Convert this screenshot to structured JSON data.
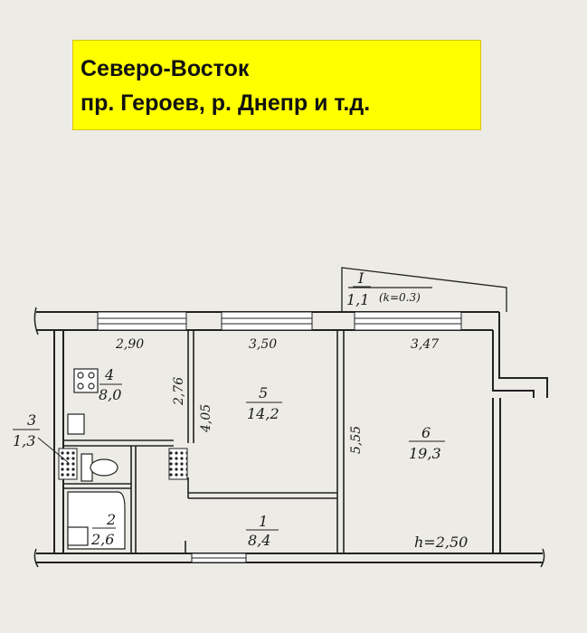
{
  "banner": {
    "line1": "Северо-Восток",
    "line2": "пр. Героев, р. Днепр и т.д."
  },
  "plan": {
    "balcony": {
      "number": "I",
      "area": "1,1",
      "coef": "(k=0.3)"
    },
    "ceiling_height": "h=2,50",
    "rooms": [
      {
        "number": "1",
        "area": "8,4"
      },
      {
        "number": "2",
        "area": "2,6"
      },
      {
        "number": "3",
        "area": "1,3"
      },
      {
        "number": "4",
        "area": "8,0"
      },
      {
        "number": "5",
        "area": "14,2"
      },
      {
        "number": "6",
        "area": "19,3"
      }
    ],
    "dimensions": [
      "2,90",
      "3,50",
      "3,47",
      "2,76",
      "4,05",
      "5,55"
    ]
  },
  "colors": {
    "banner_bg": "#ffff00",
    "paper": "#ecebe6",
    "ink": "#1b1b1b"
  }
}
